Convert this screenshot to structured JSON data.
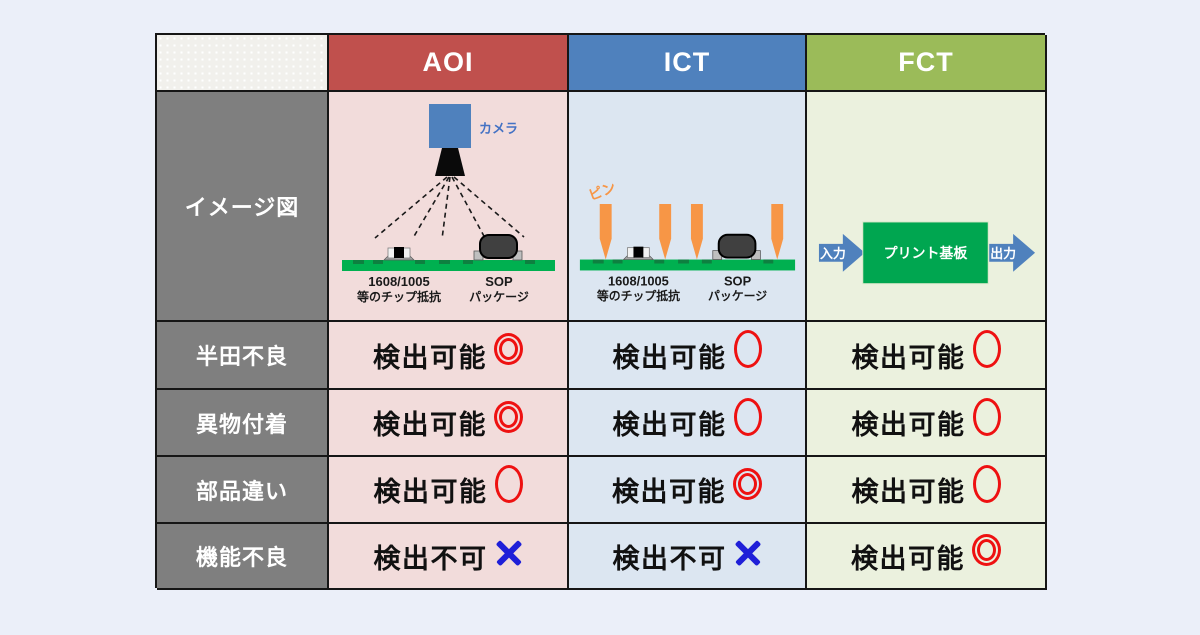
{
  "page": {
    "background": "#ebeff9"
  },
  "header": {
    "columns": [
      {
        "label": "AOI",
        "bg": "#c0504d",
        "tint": "#f2dcdb"
      },
      {
        "label": "ICT",
        "bg": "#4f81bd",
        "tint": "#dce6f1"
      },
      {
        "label": "FCT",
        "bg": "#9bbb59",
        "tint": "#ebf1de"
      }
    ]
  },
  "image_row": {
    "label": "イメージ図",
    "aoi": {
      "camera_label": "カメラ",
      "chip_label1": "1608/1005",
      "chip_label2": "等のチップ抵抗",
      "sop_label1": "SOP",
      "sop_label2": "パッケージ"
    },
    "ict": {
      "pin_label": "ピン",
      "chip_label1": "1608/1005",
      "chip_label2": "等のチップ抵抗",
      "sop_label1": "SOP",
      "sop_label2": "パッケージ"
    },
    "fct": {
      "input_label": "入力",
      "board_label": "プリント基板",
      "output_label": "出力"
    }
  },
  "rows": [
    {
      "label": "半田不良",
      "cells": [
        {
          "text": "検出可能",
          "mark": "double-circle"
        },
        {
          "text": "検出可能",
          "mark": "circle"
        },
        {
          "text": "検出可能",
          "mark": "circle"
        }
      ]
    },
    {
      "label": "異物付着",
      "cells": [
        {
          "text": "検出可能",
          "mark": "double-circle"
        },
        {
          "text": "検出可能",
          "mark": "circle"
        },
        {
          "text": "検出可能",
          "mark": "circle"
        }
      ]
    },
    {
      "label": "部品違い",
      "cells": [
        {
          "text": "検出可能",
          "mark": "circle"
        },
        {
          "text": "検出可能",
          "mark": "double-circle"
        },
        {
          "text": "検出可能",
          "mark": "circle"
        }
      ]
    },
    {
      "label": "機能不良",
      "cells": [
        {
          "text": "検出不可",
          "mark": "cross"
        },
        {
          "text": "検出不可",
          "mark": "cross"
        },
        {
          "text": "検出可能",
          "mark": "double-circle"
        }
      ]
    }
  ],
  "colors": {
    "row_label_gray": "#7f7f7f",
    "mark_red": "#ee1111",
    "cross_blue": "#1f1fd8",
    "pcb_green": "#00b050",
    "pad_green": "#0e8040",
    "pin_orange": "#f79646",
    "camera_blue": "#4f81bd",
    "camera_label_blue": "#4472c4",
    "board_green": "#00a650",
    "arrow_blue": "#4f81bd"
  }
}
